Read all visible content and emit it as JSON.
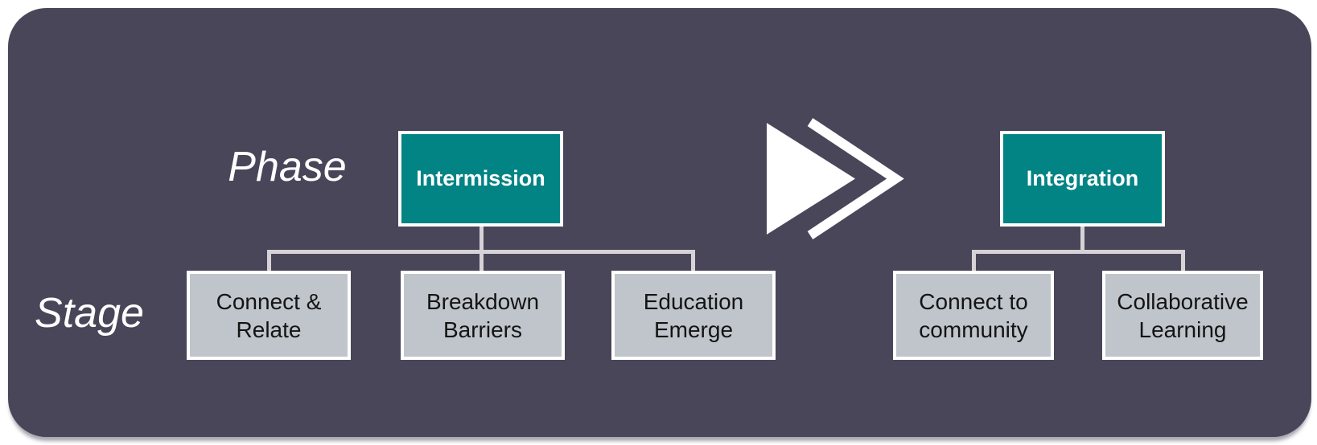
{
  "diagram": {
    "title_hint": "two-phase process flow diagram",
    "row_labels": {
      "phase": "Phase",
      "stage": "Stage"
    },
    "trees": [
      {
        "phase": {
          "label": "Intermission"
        },
        "stages": [
          {
            "label": "Connect &\nRelate"
          },
          {
            "label": "Breakdown\nBarriers"
          },
          {
            "label": "Education\nEmerge"
          }
        ]
      },
      {
        "phase": {
          "label": "Integration"
        },
        "stages": [
          {
            "label": "Connect to\ncommunity"
          },
          {
            "label": "Collaborative\nLearning"
          }
        ]
      }
    ],
    "icons": {
      "arrow": "fast-forward-icon"
    }
  },
  "colors": {
    "panel_bg": "#494659",
    "phase_box_bg": "#028384",
    "stage_box_bg": "#bfc5cb",
    "box_border": "#ffffff",
    "connector": "#d7d2d5",
    "phase_text": "#ffffff",
    "stage_text": "#141414",
    "arrow": "#ffffff"
  }
}
